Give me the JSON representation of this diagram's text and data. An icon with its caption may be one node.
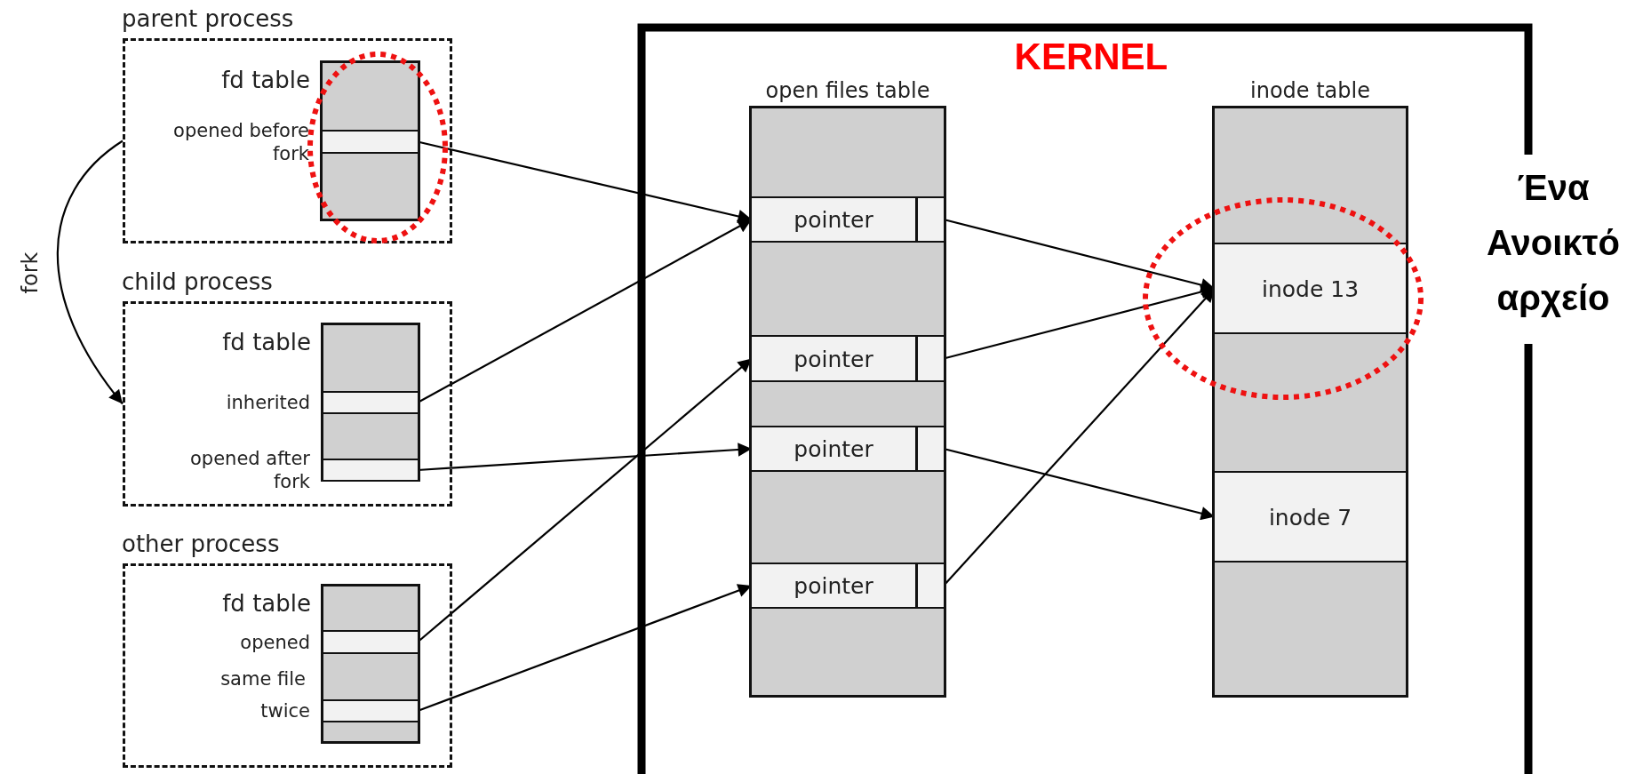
{
  "diagram": {
    "nodes": [
      {
        "text": [
          "parent process"
        ]
      },
      {
        "text": [
          "fd table"
        ],
        "in": 0
      },
      {
        "text": [
          "opened before fork"
        ],
        "in": 1
      },
      {
        "text": [
          "child process"
        ]
      },
      {
        "text": [
          "fd table"
        ],
        "in": 3
      },
      {
        "text": [
          "inherited"
        ],
        "in": 4
      },
      {
        "text": [
          "opened after fork"
        ],
        "in": 4
      },
      {
        "text": [
          "other process"
        ]
      },
      {
        "text": [
          "fd table"
        ],
        "in": 7
      },
      {
        "text": [
          "opened"
        ],
        "in": 8
      },
      {
        "text": [
          "twice"
        ],
        "in": 8
      },
      {
        "text": [
          "KERNEL"
        ]
      },
      {
        "text": [
          "open files table"
        ],
        "in": 11
      },
      {
        "text": [
          "pointer"
        ],
        "in": 12
      },
      {
        "text": [
          "pointer"
        ],
        "in": 12
      },
      {
        "text": [
          "pointer"
        ],
        "in": 12
      },
      {
        "text": [
          "pointer"
        ],
        "in": 12
      },
      {
        "text": [
          "inode table"
        ],
        "in": 11
      },
      {
        "text": [
          "inode 13"
        ],
        "in": 17
      },
      {
        "text": [
          "inode 7"
        ],
        "in": 17
      }
    ],
    "edges": [
      {
        "from": 0,
        "to": 3,
        "arrow": "to",
        "label": "fork"
      },
      {
        "from": 2,
        "to": 13,
        "arrow": "to"
      },
      {
        "from": 5,
        "to": 13,
        "arrow": "to"
      },
      {
        "from": 6,
        "to": 15,
        "arrow": "to"
      },
      {
        "from": 9,
        "to": 14,
        "arrow": "to"
      },
      {
        "from": 10,
        "to": 16,
        "arrow": "to"
      },
      {
        "from": 13,
        "to": 18,
        "arrow": "to"
      },
      {
        "from": 14,
        "to": 18,
        "arrow": "to"
      },
      {
        "from": 15,
        "to": 19,
        "arrow": "to"
      },
      {
        "from": 16,
        "to": 18,
        "arrow": "to"
      }
    ],
    "labels": [
      "same file",
      "Ένα Ανοικτό αρχείο"
    ]
  }
}
